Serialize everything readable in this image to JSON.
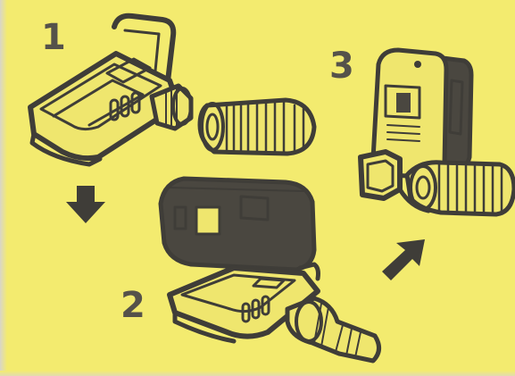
{
  "steps": [
    {
      "number": "1",
      "description_icon": "charger-with-hose-separated"
    },
    {
      "number": "2",
      "description_icon": "charger-hose-attached-open-case"
    },
    {
      "number": "3",
      "description_icon": "charger-stored-upright"
    }
  ],
  "arrows": [
    {
      "icon": "arrow-down-icon"
    },
    {
      "icon": "arrow-up-right-icon"
    }
  ],
  "colors": {
    "background": "#f3eb6f",
    "ink": "#3f3d38",
    "numbers": "#55524a"
  }
}
